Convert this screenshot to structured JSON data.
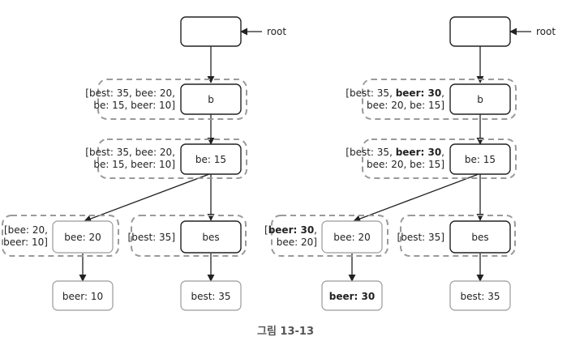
{
  "left": {
    "root_label": "root",
    "node_b": "b",
    "node_be": "be: 15",
    "node_bee": "bee: 20",
    "node_bes": "bes",
    "leaf_beer": "beer: 10",
    "leaf_best": "best: 35",
    "cache_b": {
      "line1": "[best: 35, bee: 20,",
      "line2": "be: 15, beer: 10]"
    },
    "cache_be": {
      "line1": "[best: 35, bee: 20,",
      "line2": "be: 15, beer: 10]"
    },
    "cache_bee": {
      "line1": "[bee: 20,",
      "line2": "beer: 10]"
    },
    "cache_bes": "[best: 35]"
  },
  "right": {
    "root_label": "root",
    "node_b": "b",
    "node_be": "be: 15",
    "node_bee": "bee: 20",
    "node_bes": "bes",
    "leaf_beer": "beer: 30",
    "leaf_best": "best: 35",
    "cache_b": {
      "l1a": "[best: 35, ",
      "l1b": "beer: 30",
      "l1c": ",",
      "line2": "bee: 20, be: 15]"
    },
    "cache_be": {
      "l1a": "[best: 35, ",
      "l1b": "beer: 30",
      "l1c": ",",
      "line2": "bee: 20, be: 15]"
    },
    "cache_bee": {
      "l1a": "[",
      "l1b": "beer: 30",
      "l1c": ",",
      "line2": "bee: 20]"
    },
    "cache_bes": "[best: 35]"
  },
  "caption": "그림 13-13",
  "colors": {
    "dashed_border": "#9a9a9a",
    "node_border": "#222222"
  }
}
